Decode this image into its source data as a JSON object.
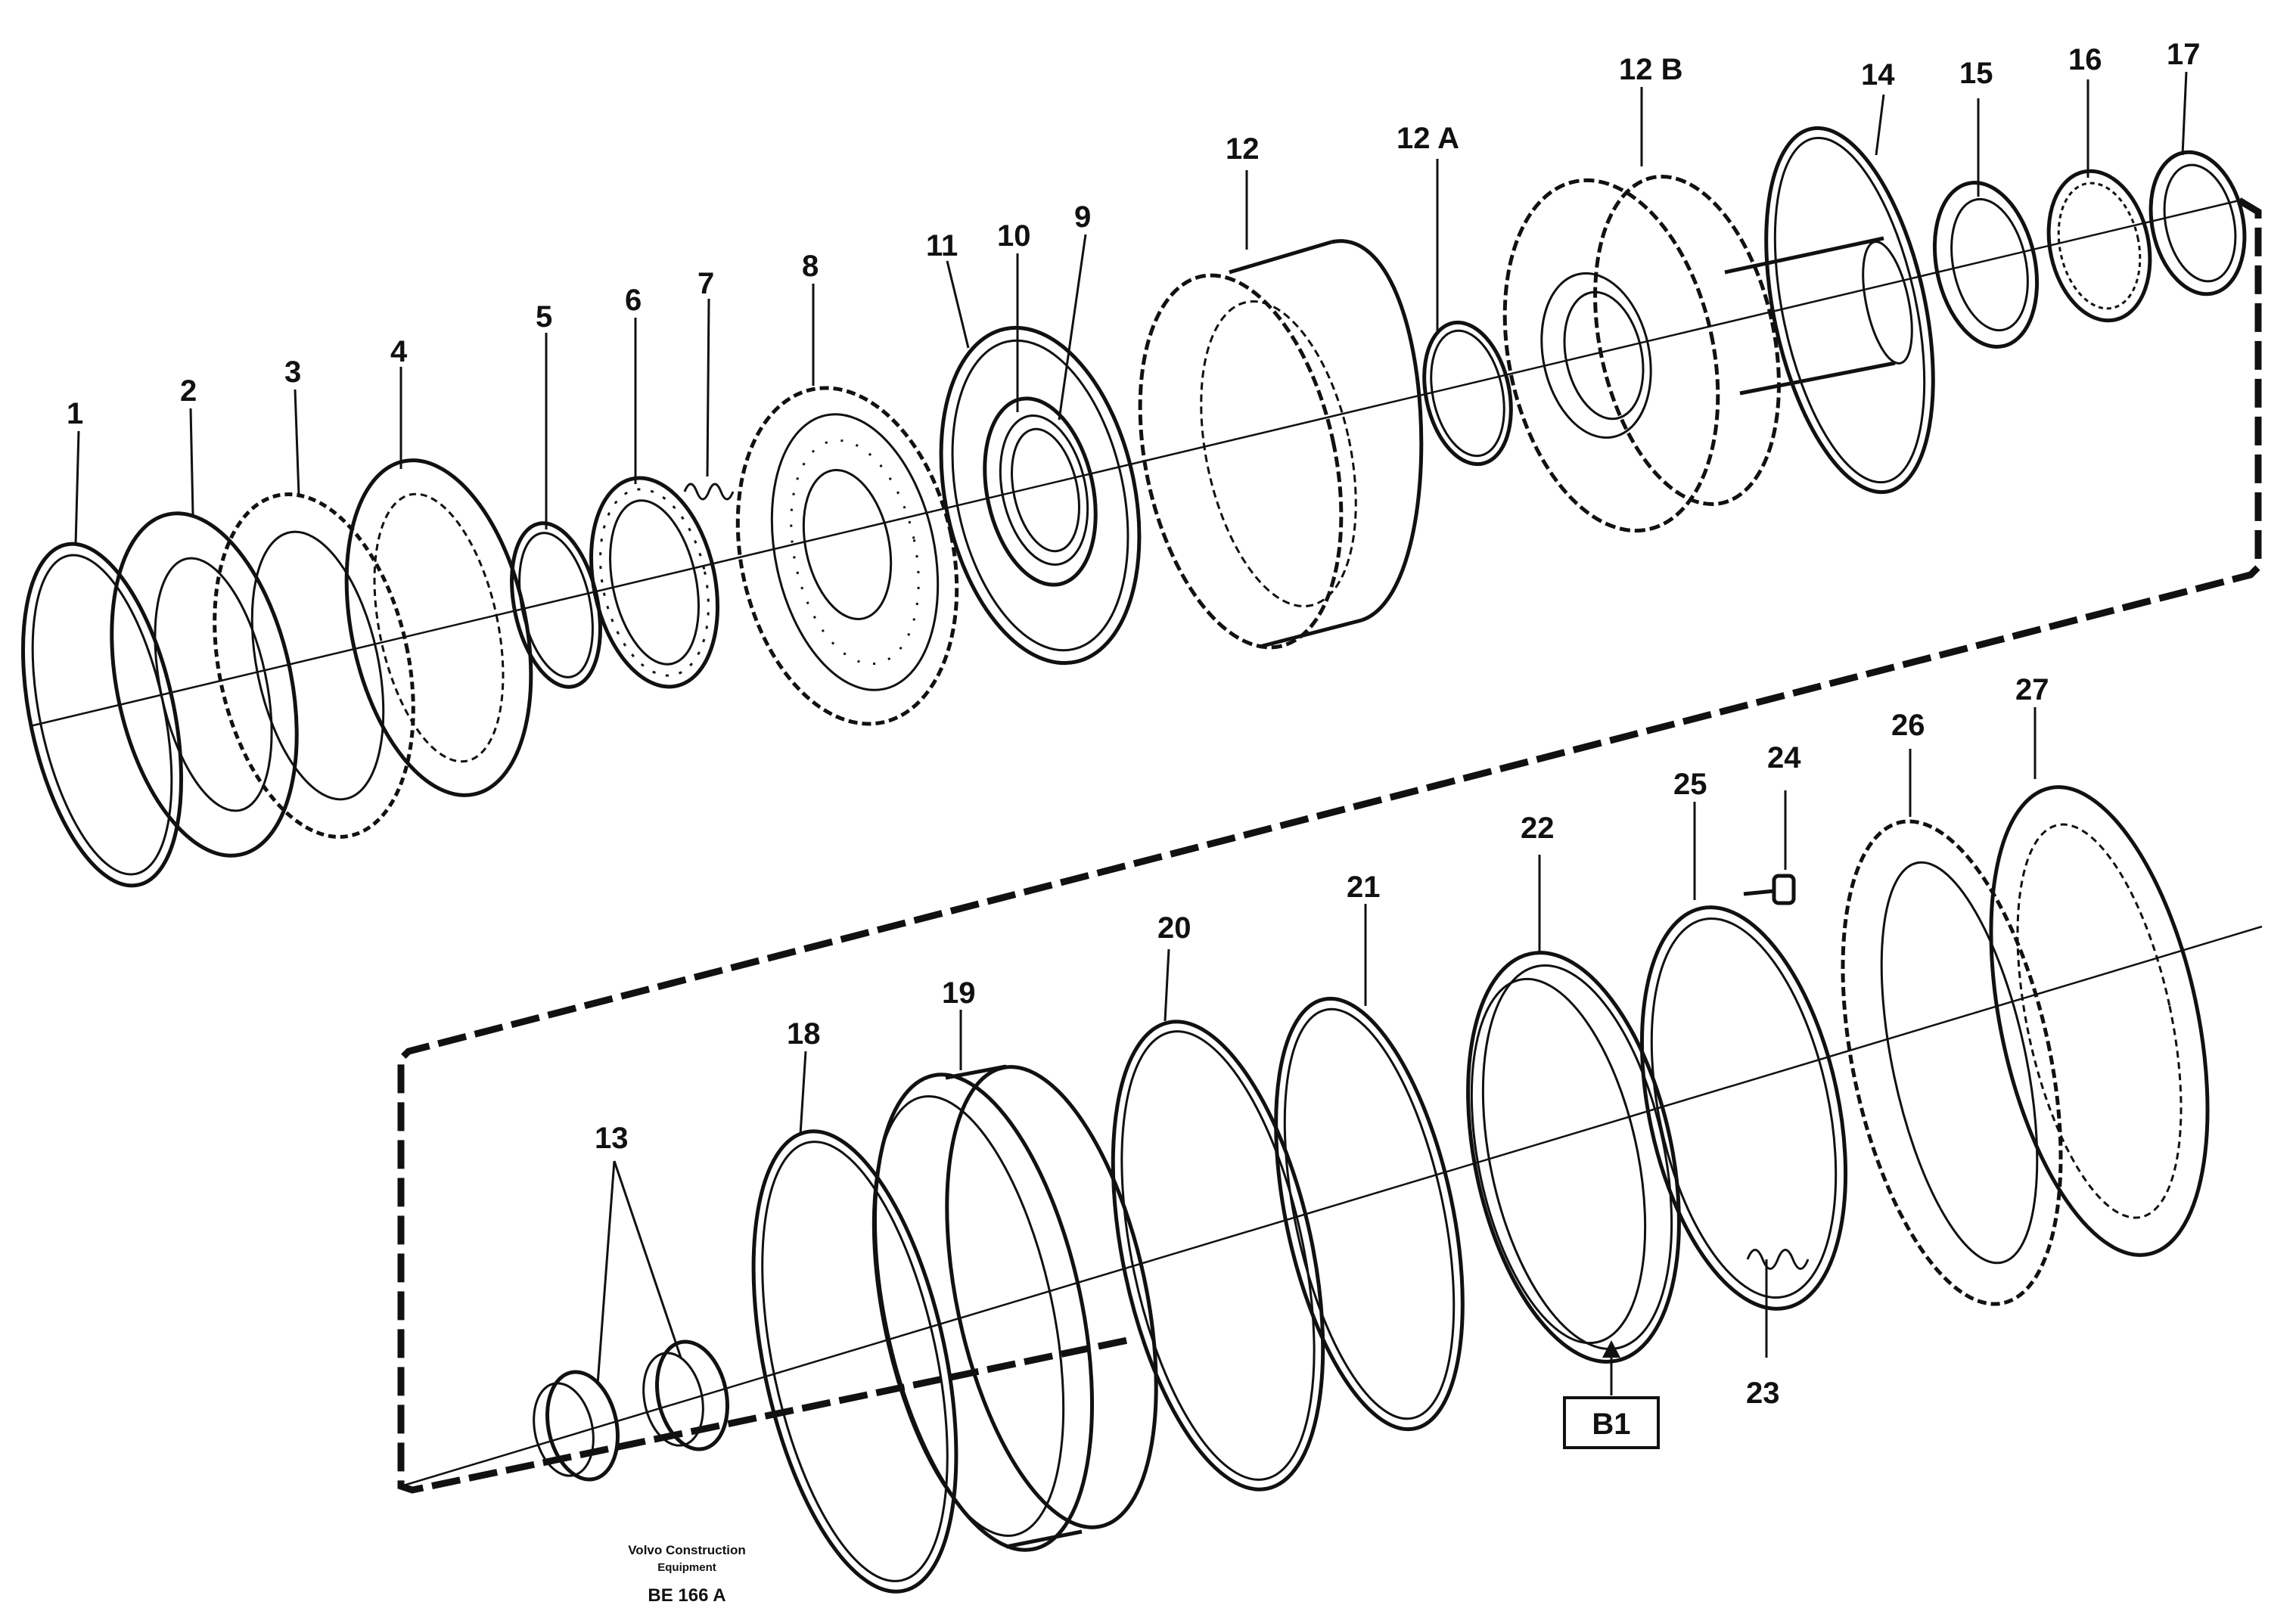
{
  "labels": {
    "p1": "1",
    "p2": "2",
    "p3": "3",
    "p4": "4",
    "p5": "5",
    "p6": "6",
    "p7": "7",
    "p8": "8",
    "p9": "9",
    "p10": "10",
    "p11": "11",
    "p12": "12",
    "p12a": "12 A",
    "p12b": "12 B",
    "p13": "13",
    "p14": "14",
    "p15": "15",
    "p16": "16",
    "p17": "17",
    "p18": "18",
    "p19": "19",
    "p20": "20",
    "p21": "21",
    "p22": "22",
    "p23": "23",
    "p24": "24",
    "p25": "25",
    "p26": "26",
    "p27": "27"
  },
  "callout": {
    "b1": "B1"
  },
  "footer": {
    "maker_line1": "Volvo Construction",
    "maker_line2": "Equipment",
    "drawing_code": "BE 166 A"
  }
}
